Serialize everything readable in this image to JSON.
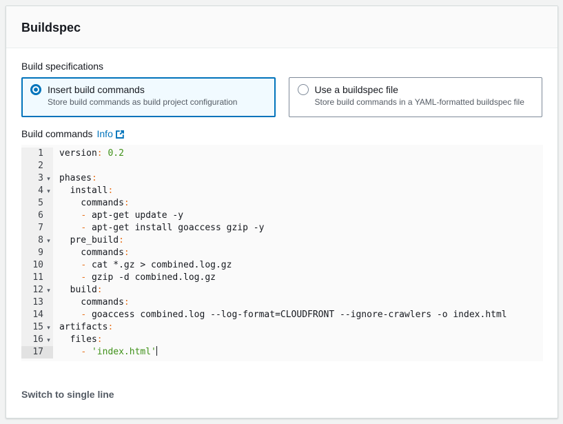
{
  "card": {
    "title": "Buildspec"
  },
  "build_specifications": {
    "label": "Build specifications",
    "options": [
      {
        "label": "Insert build commands",
        "description": "Store build commands as build project configuration",
        "selected": true
      },
      {
        "label": "Use a buildspec file",
        "description": "Store build commands in a YAML-formatted buildspec file",
        "selected": false
      }
    ]
  },
  "build_commands": {
    "label": "Build commands",
    "info_link": "Info",
    "info_icon": "external-link-icon"
  },
  "editor": {
    "language": "yaml",
    "lines": [
      {
        "n": 1,
        "tokens": [
          {
            "t": "version"
          },
          {
            "t": ":",
            "c": "p"
          },
          {
            "t": " "
          },
          {
            "t": "0.2",
            "c": "v"
          }
        ]
      },
      {
        "n": 2,
        "tokens": []
      },
      {
        "n": 3,
        "fold": true,
        "tokens": [
          {
            "t": "phases"
          },
          {
            "t": ":",
            "c": "p"
          }
        ]
      },
      {
        "n": 4,
        "fold": true,
        "tokens": [
          {
            "t": "  install"
          },
          {
            "t": ":",
            "c": "p"
          }
        ]
      },
      {
        "n": 5,
        "tokens": [
          {
            "t": "    commands"
          },
          {
            "t": ":",
            "c": "p"
          }
        ]
      },
      {
        "n": 6,
        "tokens": [
          {
            "t": "    "
          },
          {
            "t": "-",
            "c": "p"
          },
          {
            "t": " apt-get update -y"
          }
        ]
      },
      {
        "n": 7,
        "tokens": [
          {
            "t": "    "
          },
          {
            "t": "-",
            "c": "p"
          },
          {
            "t": " apt-get install goaccess gzip -y"
          }
        ]
      },
      {
        "n": 8,
        "fold": true,
        "tokens": [
          {
            "t": "  pre_build"
          },
          {
            "t": ":",
            "c": "p"
          }
        ]
      },
      {
        "n": 9,
        "tokens": [
          {
            "t": "    commands"
          },
          {
            "t": ":",
            "c": "p"
          }
        ]
      },
      {
        "n": 10,
        "tokens": [
          {
            "t": "    "
          },
          {
            "t": "-",
            "c": "p"
          },
          {
            "t": " cat *.gz > combined.log.gz"
          }
        ]
      },
      {
        "n": 11,
        "tokens": [
          {
            "t": "    "
          },
          {
            "t": "-",
            "c": "p"
          },
          {
            "t": " gzip -d combined.log.gz"
          }
        ]
      },
      {
        "n": 12,
        "fold": true,
        "tokens": [
          {
            "t": "  build"
          },
          {
            "t": ":",
            "c": "p"
          }
        ]
      },
      {
        "n": 13,
        "tokens": [
          {
            "t": "    commands"
          },
          {
            "t": ":",
            "c": "p"
          }
        ]
      },
      {
        "n": 14,
        "tokens": [
          {
            "t": "    "
          },
          {
            "t": "-",
            "c": "p"
          },
          {
            "t": " goaccess combined.log --log-format=CLOUDFRONT --ignore-crawlers -o index.html"
          }
        ]
      },
      {
        "n": 15,
        "fold": true,
        "tokens": [
          {
            "t": "artifacts"
          },
          {
            "t": ":",
            "c": "p"
          }
        ]
      },
      {
        "n": 16,
        "fold": true,
        "tokens": [
          {
            "t": "  files"
          },
          {
            "t": ":",
            "c": "p"
          }
        ]
      },
      {
        "n": 17,
        "active": true,
        "cursor": true,
        "tokens": [
          {
            "t": "    "
          },
          {
            "t": "-",
            "c": "p"
          },
          {
            "t": " "
          },
          {
            "t": "'index.html'",
            "c": "v"
          }
        ]
      }
    ]
  },
  "footer": {
    "switch_mode_label": "Switch to single line"
  },
  "colors": {
    "accent": "#0073bb",
    "link": "#0073bb",
    "selected_tile_bg": "#f1faff",
    "editor_bg": "#fafafa",
    "gutter_bg": "#f0f0f0",
    "syntax_punct": "#e8731f",
    "syntax_value": "#3f9118",
    "syntax_key": "#16191f"
  }
}
